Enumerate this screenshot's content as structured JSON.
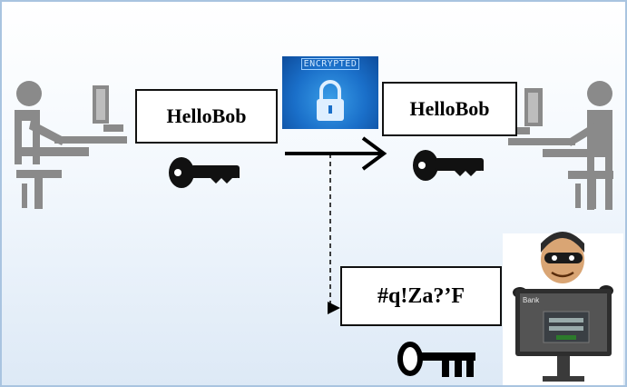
{
  "sender": {
    "message": "HelloBob"
  },
  "receiver": {
    "message": "HelloBob"
  },
  "padlock_panel": {
    "label": "ENCRYPTED"
  },
  "attacker": {
    "message": "#q!Za?’F",
    "monitor_title": "Bank"
  },
  "colors": {
    "person": "#8a8a8a",
    "key_shared": "#111111",
    "frame_border": "#a9c4e0",
    "encrypted_bg": "#1a6fc9"
  }
}
